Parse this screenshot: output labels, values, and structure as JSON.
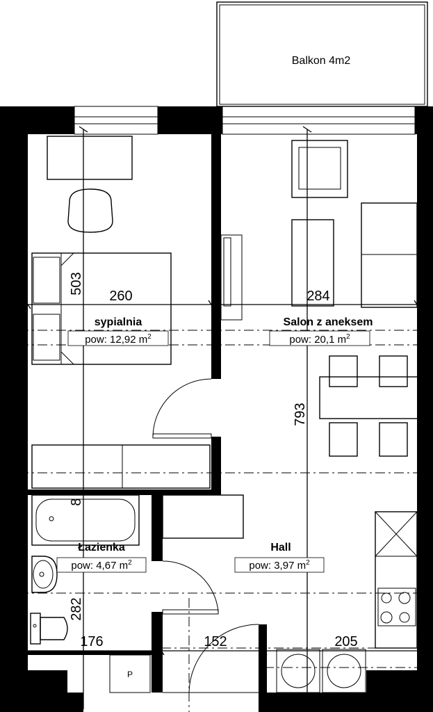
{
  "rooms": {
    "bedroom": {
      "name": "sypialnia",
      "area_prefix": "pow: 12,92 m",
      "area_sup": "2"
    },
    "living": {
      "name": "Salon z aneksem",
      "area_prefix": "pow: 20,1 m",
      "area_sup": "2"
    },
    "bathroom": {
      "name": "Łazienka",
      "area_prefix": "pow: 4,67 m",
      "area_sup": "2"
    },
    "hall": {
      "name": "Hall",
      "area_prefix": "pow: 3,97 m",
      "area_sup": "2"
    },
    "balcony": {
      "label": "Balkon 4m2"
    }
  },
  "dimensions": {
    "bedroom_width": "260",
    "living_width": "284",
    "bedroom_depth": "503",
    "living_depth": "793",
    "bath_depth": "282",
    "bath_small": "8",
    "bottom_left": "176",
    "bottom_mid": "152",
    "bottom_right": "205"
  },
  "closet": {
    "label": "P"
  }
}
